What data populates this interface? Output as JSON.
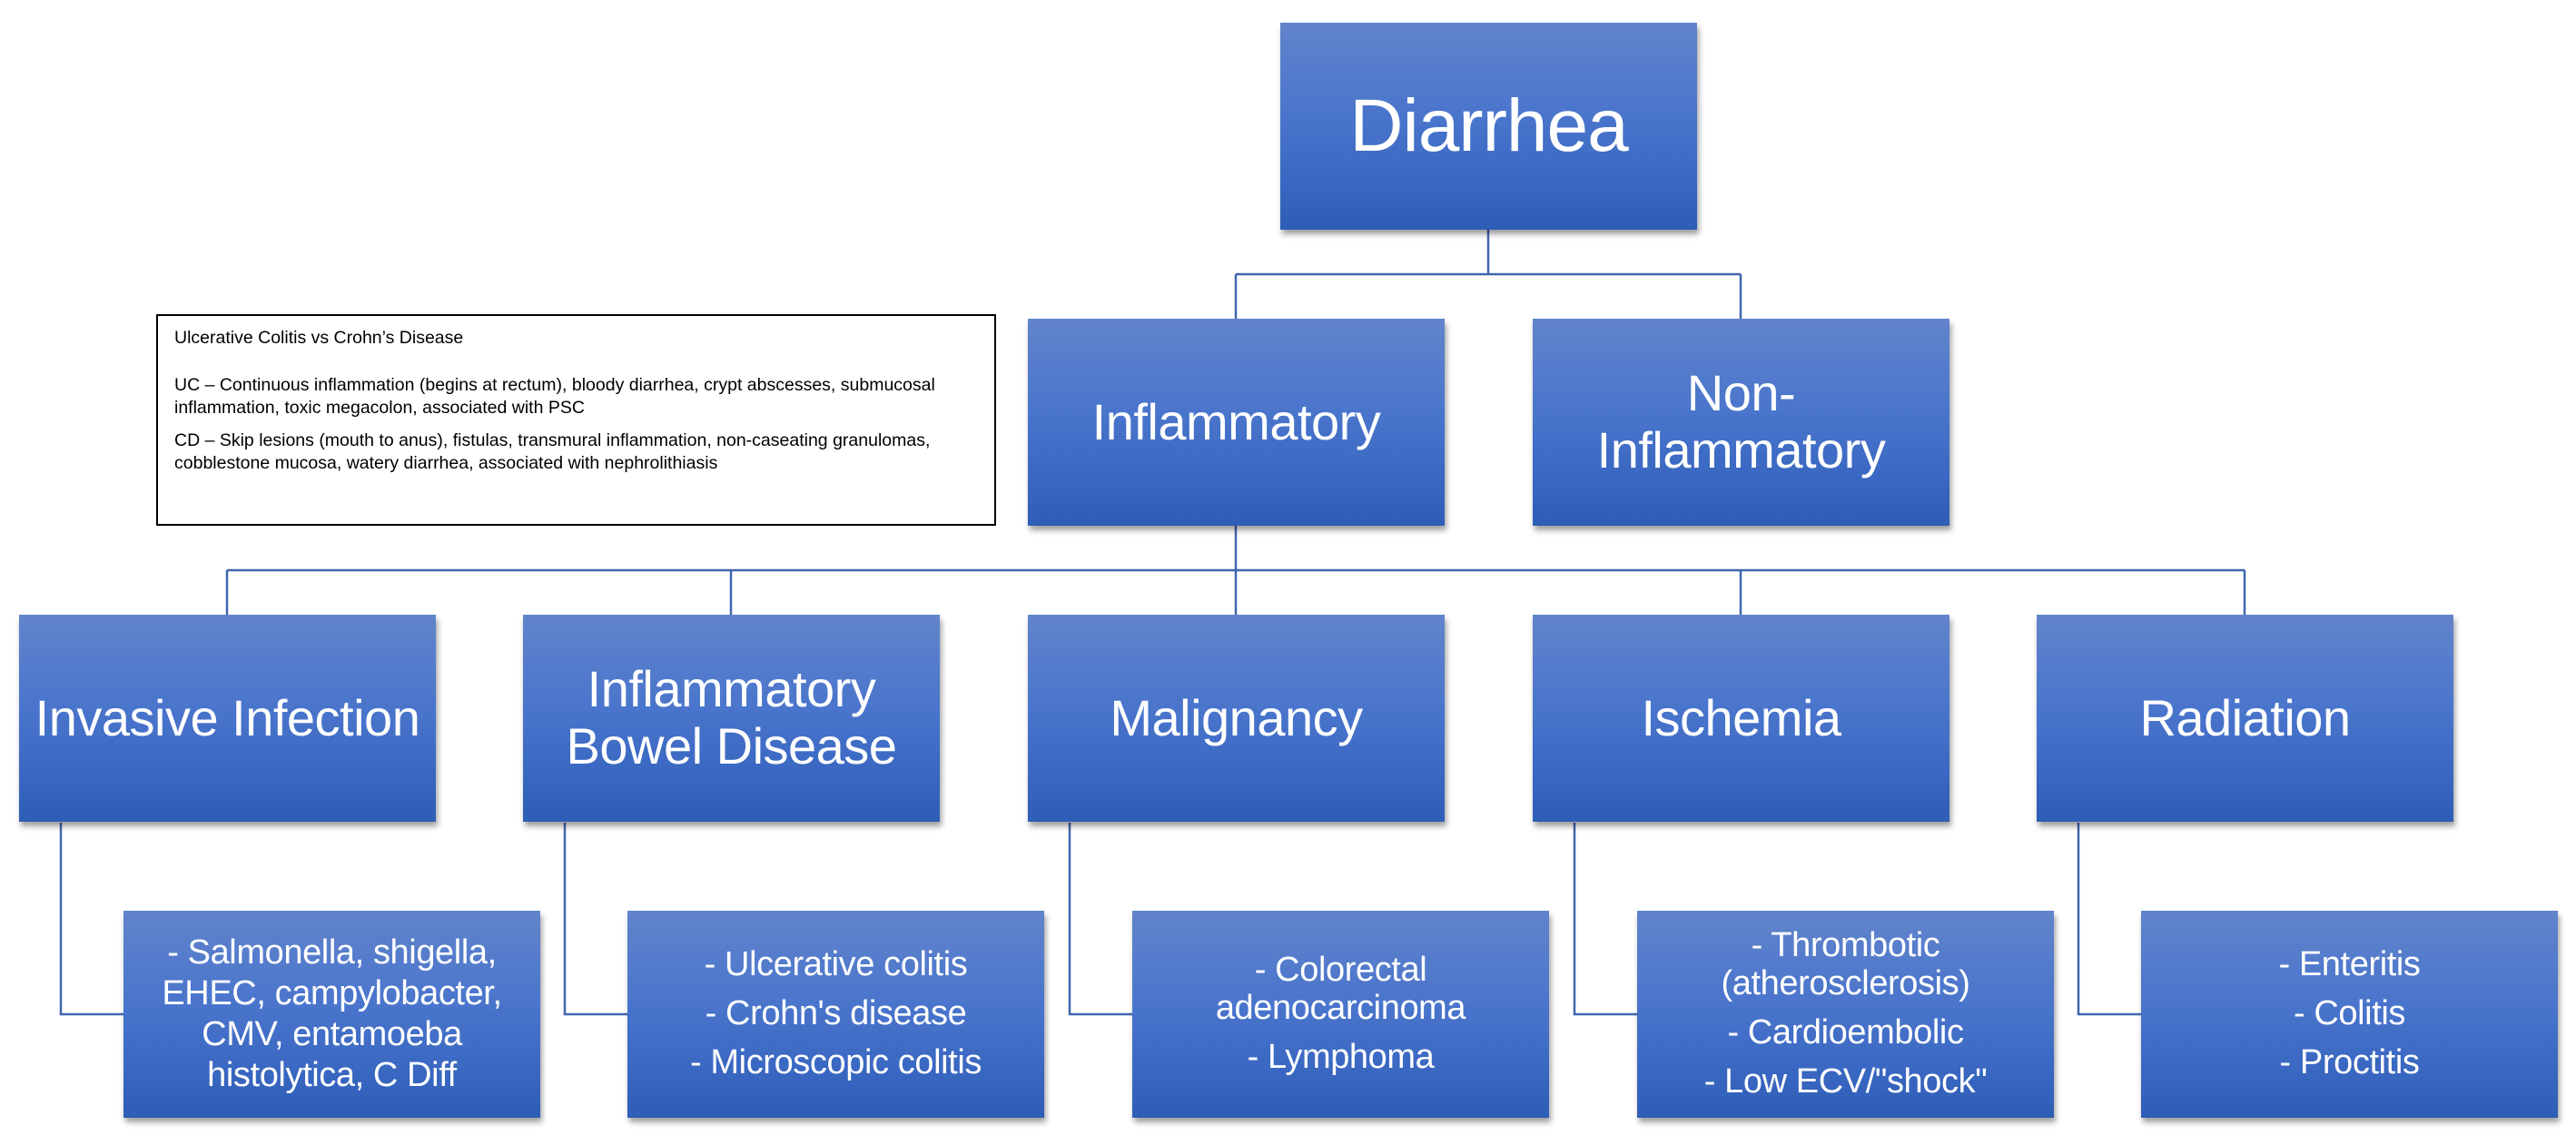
{
  "diagram": {
    "root": {
      "label": "Diarrhea"
    },
    "level2": [
      {
        "label": "Inflammatory"
      },
      {
        "label": "Non-\nInflammatory"
      }
    ],
    "level3": [
      {
        "label": "Invasive Infection",
        "items": [
          "- Salmonella, shigella, EHEC, campylobacter, CMV, entamoeba histolytica, C Diff"
        ]
      },
      {
        "label": "Inflammatory Bowel Disease",
        "items": [
          "- Ulcerative colitis",
          "- Crohn's disease",
          "- Microscopic colitis"
        ]
      },
      {
        "label": "Malignancy",
        "items": [
          "- Colorectal adenocarcinoma",
          "- Lymphoma"
        ]
      },
      {
        "label": "Ischemia",
        "items": [
          "- Thrombotic (atherosclerosis)",
          "- Cardioembolic",
          "- Low ECV/\"shock\""
        ]
      },
      {
        "label": "Radiation",
        "items": [
          "- Enteritis",
          "- Colitis",
          "- Proctitis"
        ]
      }
    ],
    "note": {
      "title": "Ulcerative Colitis vs Crohn’s Disease",
      "uc": "UC – Continuous inflammation (begins at rectum), bloody diarrhea, crypt abscesses, submucosal inflammation, toxic megacolon, associated with PSC",
      "cd": "CD – Skip lesions (mouth to anus), fistulas, transmural inflammation, non-caseating granulomas, cobblestone mucosa, watery diarrhea, associated with nephrolithiasis"
    }
  },
  "colors": {
    "node_top": "#6184cb",
    "node_bottom": "#2e5db6",
    "connector": "#4066b0",
    "node_text": "#ffffff",
    "note_border": "#000000"
  }
}
